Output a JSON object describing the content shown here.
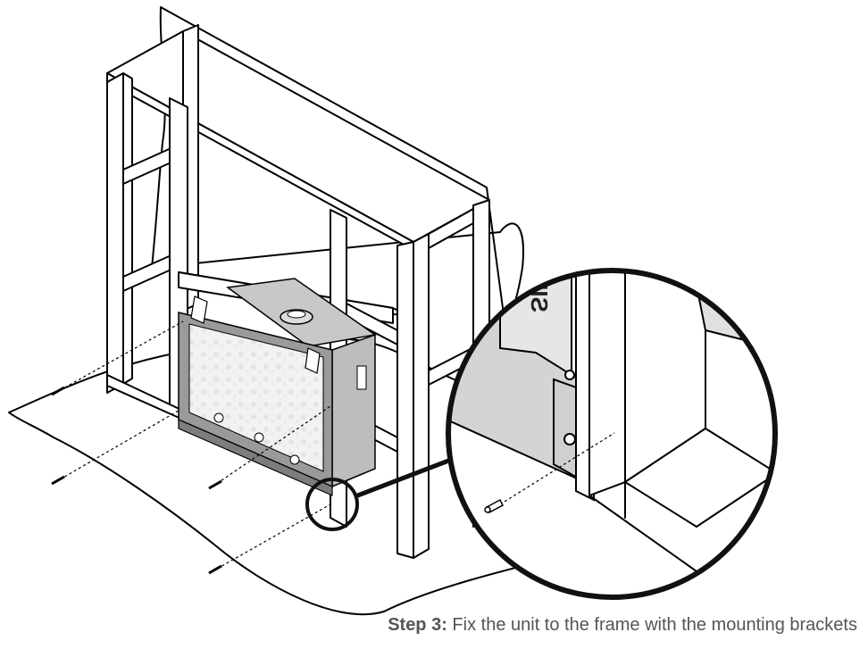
{
  "caption": {
    "step_label": "Step 3:",
    "text": " Fix the unit to the frame with the mounting brackets"
  },
  "detail_callout": {
    "stamp_text": "SIDE U"
  },
  "colors": {
    "line": "#000000",
    "panel_fill": "#d4d4d4",
    "unit_fill": "#c8c8c8",
    "caption_text": "#555555"
  }
}
